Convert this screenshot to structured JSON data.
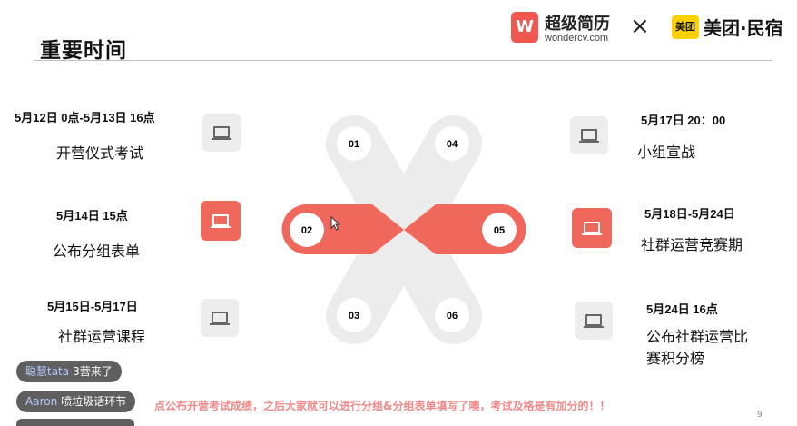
{
  "slide": {
    "title": "重要时间",
    "page_number": "9"
  },
  "brands": {
    "left_logo_letter": "W",
    "left_name": "超级简历",
    "left_sub": "wondercv.com",
    "separator": "X",
    "right_logo_text": "美团",
    "right_name": "美团·民宿"
  },
  "left_events": [
    {
      "date": "5月12日 0点-5月13日 16点",
      "desc": "开营仪式考试",
      "active": false
    },
    {
      "date": "5月14日 15点",
      "desc": "公布分组表单",
      "active": true
    },
    {
      "date": "5月15日-5月17日",
      "desc": "社群运营课程",
      "active": false
    }
  ],
  "right_events": [
    {
      "date": "5月17日 20：00",
      "desc": "小组宣战",
      "active": false
    },
    {
      "date": "5月18日-5月24日",
      "desc": "社群运营竞赛期",
      "active": true
    },
    {
      "date": "5月24日 16点",
      "desc": "公布社群运营比",
      "desc2": "赛积分榜",
      "active": false
    }
  ],
  "center_numbers": [
    "01",
    "02",
    "03",
    "04",
    "05",
    "06"
  ],
  "colors": {
    "accent": "#f0675c",
    "grey_shape": "#ededed",
    "icon_box": "#ededed"
  },
  "icons": [
    "laptop-icon",
    "cursor-icon"
  ],
  "live_comments": [
    {
      "user": "聪慧tata",
      "text": "3营来了"
    },
    {
      "user": "Aaron",
      "text": "喷垃圾话环节"
    }
  ],
  "scroll_banner": "点公布开营考试成绩，之后大家就可以进行分组&分组表单填写了噢，考试及格是有加分的！！"
}
